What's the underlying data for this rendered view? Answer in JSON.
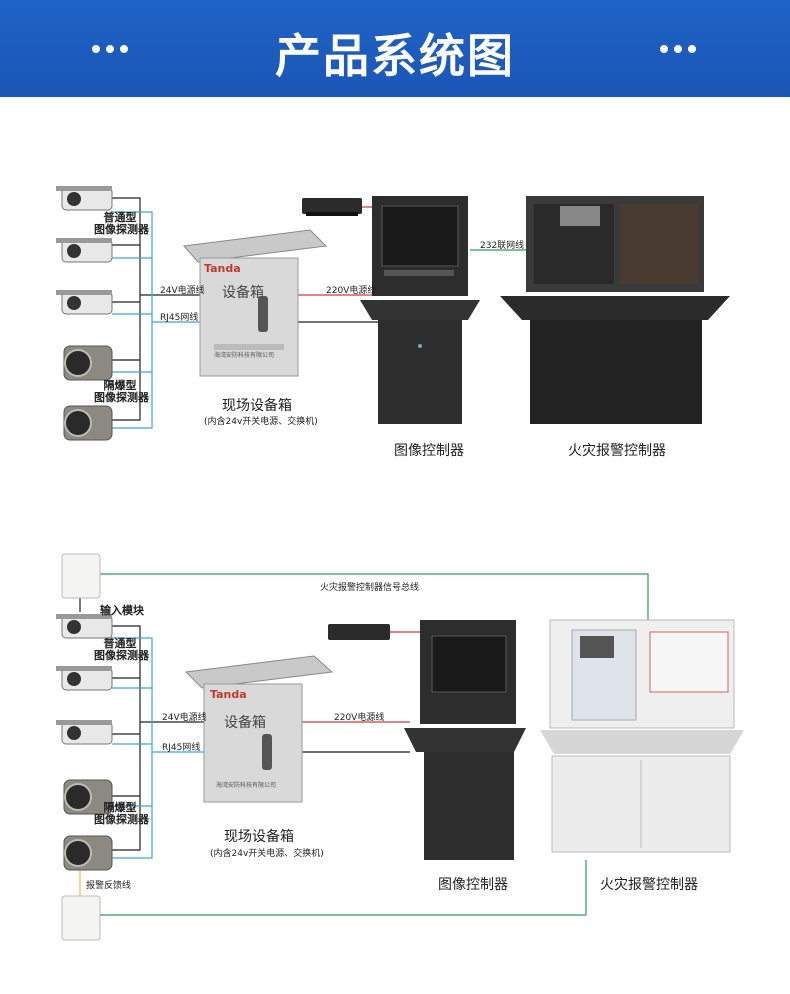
{
  "header": {
    "title": "产品系统图"
  },
  "colors": {
    "header_blue": "#1b59bb",
    "wire_green": "#2e9e5a",
    "wire_blue": "#3aa6dc",
    "wire_red": "#d23a3a",
    "wire_black": "#222222",
    "wire_yellow": "#f0c030"
  },
  "diagram1": {
    "cam_normal_label": "普通型\n图像探测器",
    "cam_ex_label": "隔爆型\n图像探测器",
    "box_brand": "Tanda",
    "box_text": "设备箱",
    "box_plate": "海湾安防科技有限公司",
    "box_caption": "现场设备箱",
    "box_subcaption": "(内含24v开关电源、交换机)",
    "wire_24v": "24V电源线",
    "wire_rj45": "RJ45网线",
    "wire_220v": "220V电源线",
    "wire_232": "232联网线",
    "image_controller": "图像控制器",
    "fire_controller": "火灾报警控制器"
  },
  "diagram2": {
    "input_module": "输入模块",
    "cam_normal_label": "普通型\n图像探测器",
    "cam_ex_label": "隔爆型\n图像探测器",
    "feedback_wire": "报警反馈线",
    "bus_wire": "火灾报警控制器信号总线",
    "box_brand": "Tanda",
    "box_text": "设备箱",
    "box_plate": "海湾安防科技有限公司",
    "box_caption": "现场设备箱",
    "box_subcaption": "(内含24v开关电源、交换机)",
    "wire_24v": "24V电源线",
    "wire_rj45": "RJ45网线",
    "wire_220v": "220V电源线",
    "image_controller": "图像控制器",
    "fire_controller": "火灾报警控制器"
  }
}
